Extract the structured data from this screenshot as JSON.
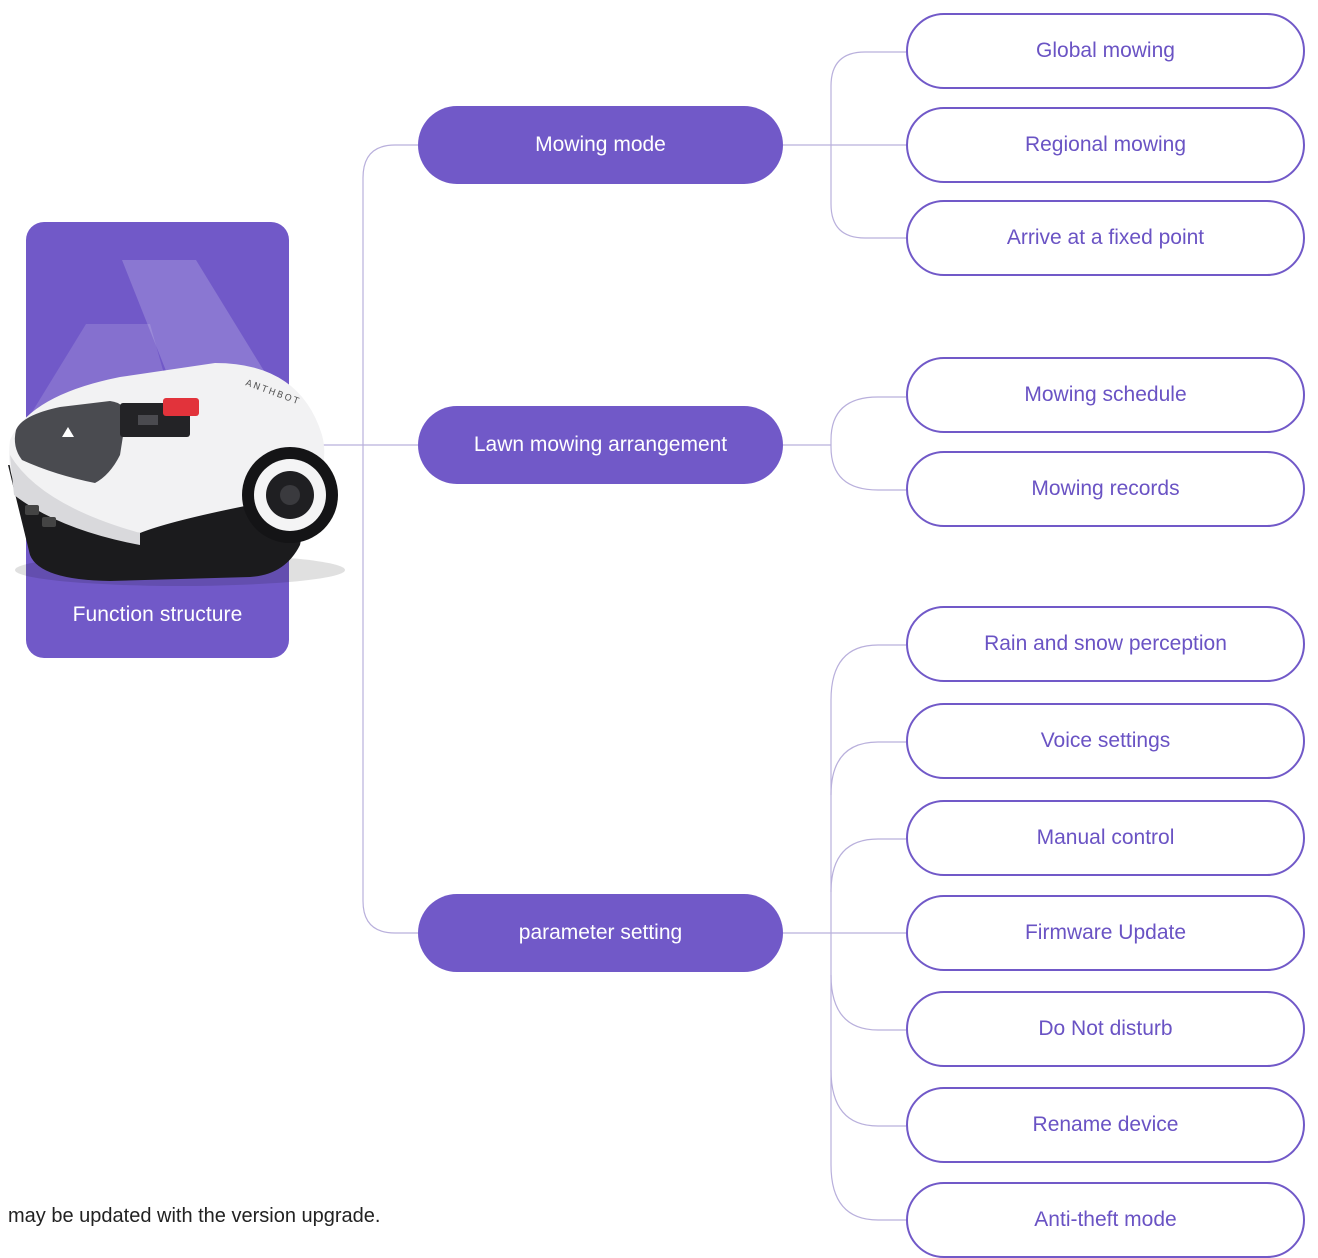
{
  "root": {
    "label": "Function structure",
    "brand_text": "ANTHBOT"
  },
  "colors": {
    "accent": "#7159c8",
    "leaf_text": "#6a53c4",
    "line": "#b9b0dc"
  },
  "categories": [
    {
      "label": "Mowing mode",
      "items": [
        "Global mowing",
        "Regional mowing",
        "Arrive at a fixed point"
      ]
    },
    {
      "label": "Lawn mowing arrangement",
      "items": [
        "Mowing schedule",
        "Mowing records"
      ]
    },
    {
      "label": "parameter setting",
      "items": [
        "Rain and snow perception",
        "Voice settings",
        "Manual control",
        "Firmware Update",
        "Do Not disturb",
        "Rename device",
        "Anti-theft mode"
      ]
    }
  ],
  "footnote": "may be updated with the version upgrade."
}
